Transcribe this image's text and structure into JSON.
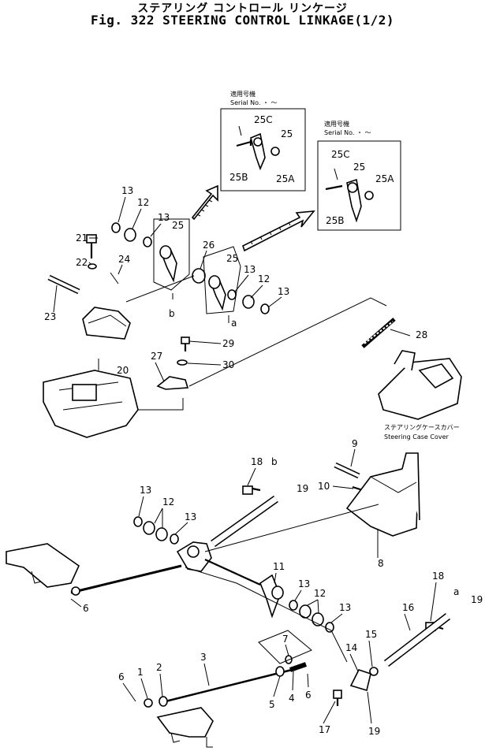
{
  "title": {
    "japanese": "ステアリング コントロール リンケージ",
    "english": "Fig. 322 STEERING CONTROL LINKAGE(1/2)"
  },
  "serial_box_1": {
    "jp": "適用号機",
    "label": "Serial No.  ・ ～"
  },
  "serial_box_2": {
    "jp": "適用号機",
    "label": "Serial No.  ・ ～"
  },
  "cover_caption": {
    "jp": "ステアリングケースカバー",
    "en": "Steering Case Cover"
  },
  "callouts": {
    "c1": "1",
    "c2": "2",
    "c3": "3",
    "c4": "4",
    "c5": "5",
    "c6a": "6",
    "c6b": "6",
    "c6c": "6",
    "c7": "7",
    "c8": "8",
    "c9": "9",
    "c10": "10",
    "c11": "11",
    "c12a": "12",
    "c12b": "12",
    "c12c": "12",
    "c12d": "12",
    "c13a": "13",
    "c13b": "13",
    "c13c": "13",
    "c13d": "13",
    "c13e": "13",
    "c13f": "13",
    "c13g": "13",
    "c13h": "13",
    "c14": "14",
    "c15": "15",
    "c16": "16",
    "c17": "17",
    "c18a": "18",
    "c18b": "18",
    "c19a": "19",
    "c19b": "19",
    "c19c": "19",
    "c20": "20",
    "c21": "21",
    "c22": "22",
    "c23": "23",
    "c24": "24",
    "c25a": "25",
    "c25b": "25",
    "c25c": "25",
    "c25d": "25",
    "c25A1": "25A",
    "c25A2": "25A",
    "c25B1": "25B",
    "c25B2": "25B",
    "c25C1": "25C",
    "c25C2": "25C",
    "c26": "26",
    "c27": "27",
    "c28": "28",
    "c29": "29",
    "c30": "30",
    "ref_a1": "a",
    "ref_a2": "a",
    "ref_b1": "b",
    "ref_b2": "b"
  }
}
